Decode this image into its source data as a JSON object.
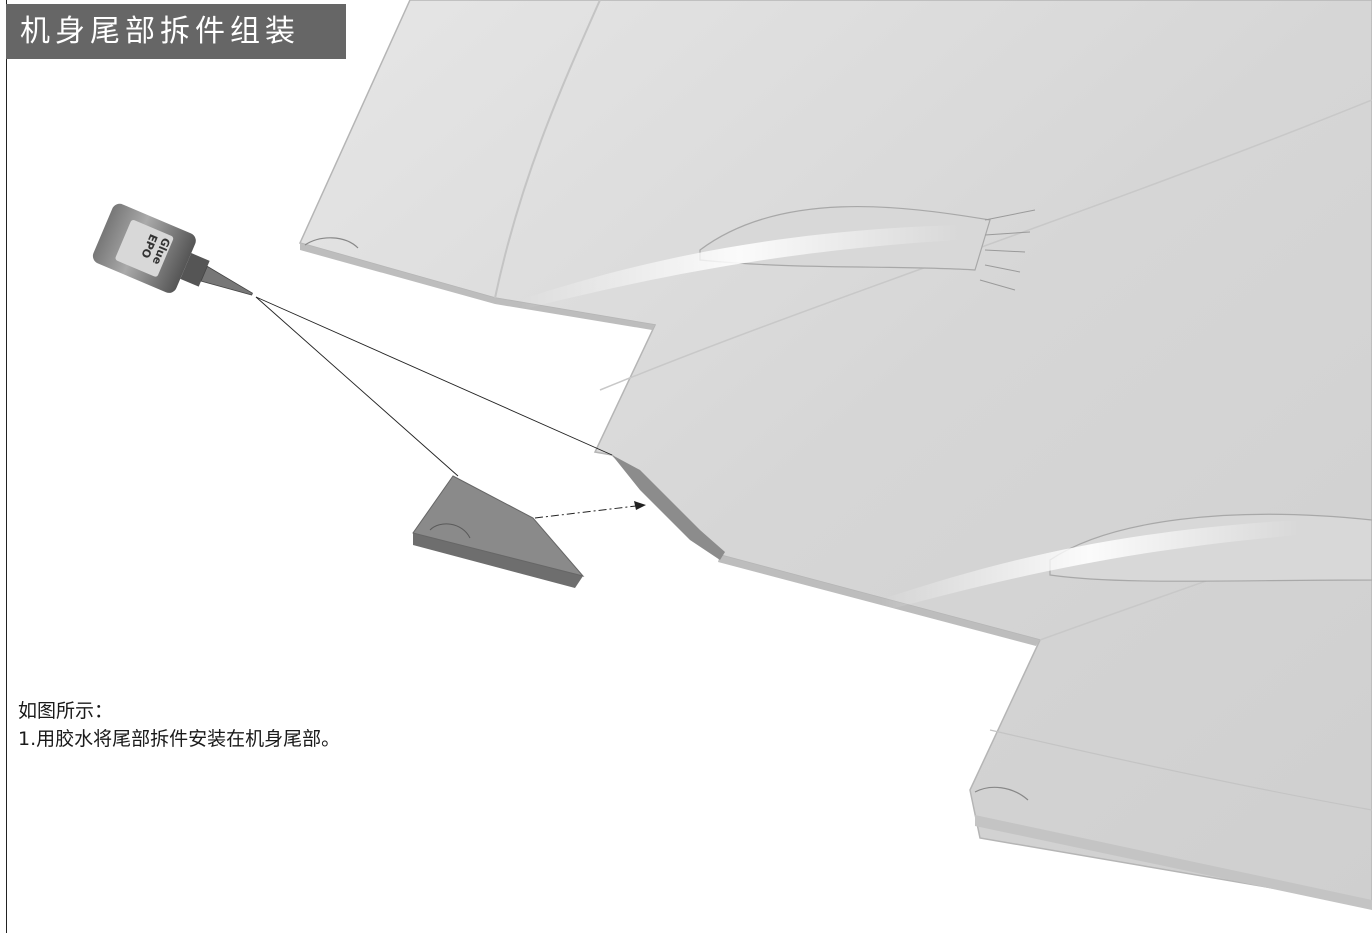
{
  "header": {
    "title": "机身尾部拆件组装"
  },
  "instructions": {
    "heading": "如图所示：",
    "steps": [
      "1.用胶水将尾部拆件安装在机身尾部。"
    ]
  },
  "glue_bottle": {
    "label_line1": "EPO",
    "label_line2": "Glue"
  },
  "colors": {
    "title_bg": "#666666",
    "title_text": "#ffffff",
    "airframe": "#dcdcdc",
    "tail_part": "#8a8a8a"
  }
}
